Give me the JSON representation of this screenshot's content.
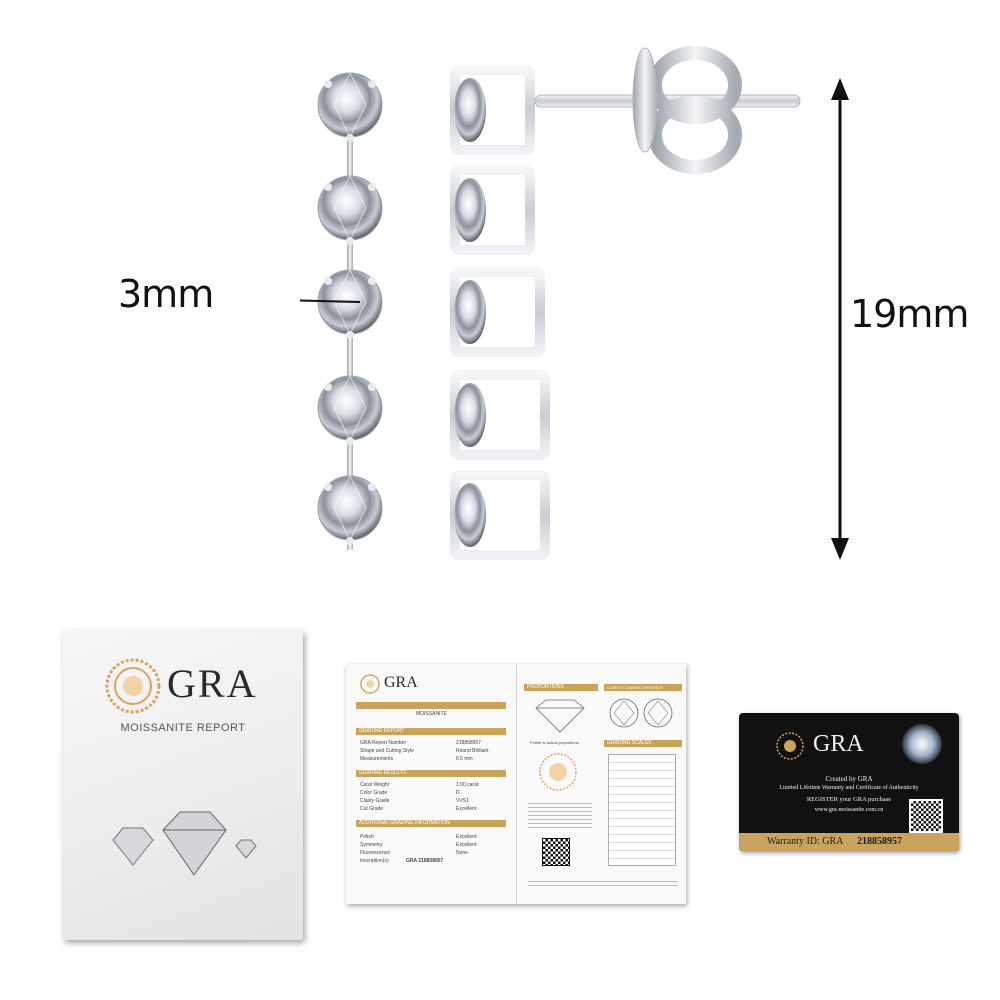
{
  "dimensions": {
    "stone_size": "3mm",
    "length": "19mm"
  },
  "report_cover": {
    "brand": "GRA",
    "title": "MOISSANITE REPORT"
  },
  "report_booklet": {
    "brand": "GRA",
    "subtitle": "MOISSANITE",
    "report_number": "218858957",
    "sections": [
      "GRADING REPORT",
      "GRADING RESULTS",
      "ADDITIONAL GRADING INFORMATION",
      "PROPORTIONS",
      "CLARITY CHARACTERISTICS",
      "GRADING SCALES"
    ],
    "rows": [
      {
        "label": "GRA Report Number",
        "value": "218858957"
      },
      {
        "label": "Shape and Cutting Style",
        "value": "Round Brilliant"
      },
      {
        "label": "Measurements",
        "value": "6.5 mm"
      },
      {
        "label": "Carat Weight",
        "value": "1.00 carat"
      },
      {
        "label": "Color Grade",
        "value": "D"
      },
      {
        "label": "Clarity Grade",
        "value": "VVS1"
      },
      {
        "label": "Cut Grade",
        "value": "Excellent"
      },
      {
        "label": "Polish",
        "value": "Excellent"
      },
      {
        "label": "Symmetry",
        "value": "Excellent"
      },
      {
        "label": "Fluorescence",
        "value": "None"
      },
      {
        "label": "Inscription(s)",
        "value": "GRA 218858957"
      }
    ],
    "note": "Profile to actual proportions"
  },
  "warranty_card": {
    "brand": "GRA",
    "line1": "Created by GRA",
    "line2": "Limited Lifetime Warranty and Certificate of Authenticity",
    "line3": "REGISTER your GRA purchase",
    "line4": "www.gra-moissanite.com.cn",
    "warranty_label": "Warranty ID: GRA",
    "warranty_id": "218858957"
  },
  "colors": {
    "metal": "#e6e8ec",
    "gold": "#c9a35a",
    "card_black": "#111111",
    "card_gold": "#c9a45f"
  }
}
